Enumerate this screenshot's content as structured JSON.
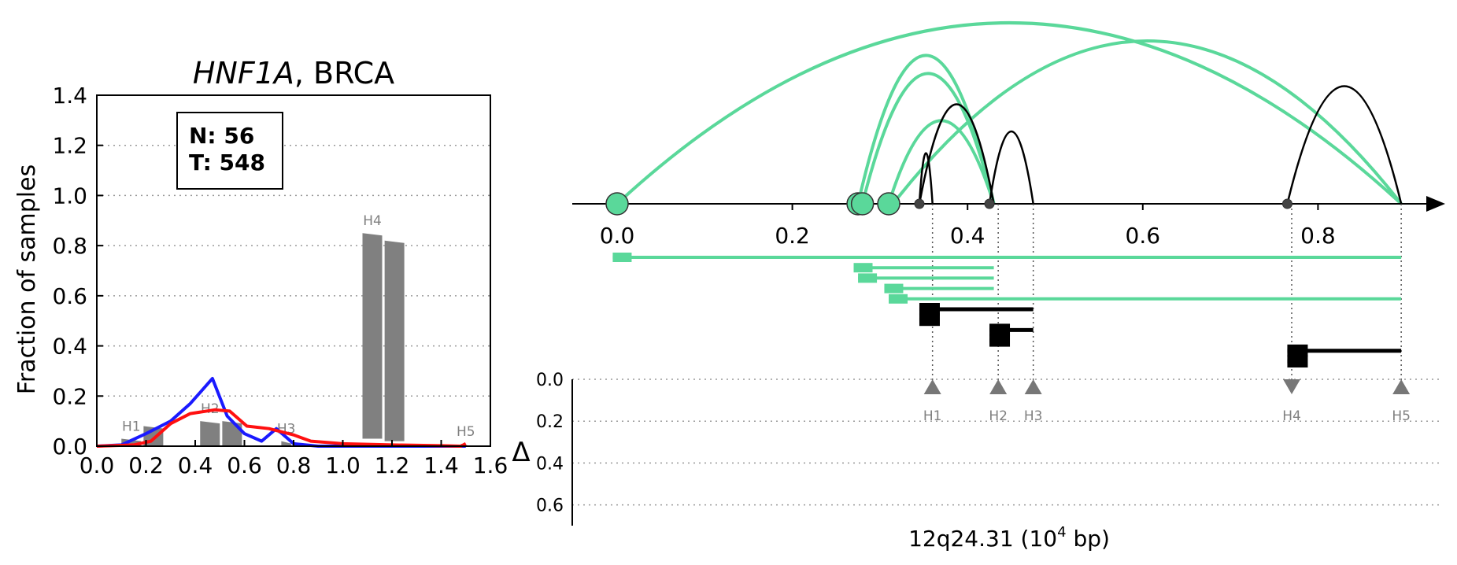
{
  "left_panel": {
    "title_gene": "HNF1A",
    "title_rest": ", BRCA",
    "ylabel": "Fraction of samples",
    "legend_n": "N: 56",
    "legend_t": "T: 548"
  },
  "right_panel": {
    "xlabel_main": "12q24.31 (10",
    "xlabel_exp": "4",
    "xlabel_tail": " bp)",
    "delta_label": "Δ"
  },
  "colors": {
    "green": "#5ad89a",
    "black": "#000000",
    "gray_bar": "#808080",
    "marker": "#777777",
    "normal_line": "#1a1aff",
    "tumor_line": "#ff1010"
  },
  "chart_data": [
    {
      "type": "bar",
      "title": "HNF1A, BRCA",
      "ylabel": "Fraction of samples",
      "xlim": [
        0.0,
        1.6
      ],
      "ylim": [
        0.0,
        1.4
      ],
      "xticks": [
        "0.0",
        "0.2",
        "0.4",
        "0.6",
        "0.8",
        "1.0",
        "1.2",
        "1.4",
        "1.6"
      ],
      "yticks": [
        "0.0",
        "0.2",
        "0.4",
        "0.6",
        "0.8",
        "1.0",
        "1.2",
        "1.4"
      ],
      "grid": "horizontal dotted",
      "bars": [
        {
          "x0": 0.1,
          "x1": 0.18,
          "y0": 0.0,
          "y1": 0.03,
          "label": "H1"
        },
        {
          "x0": 0.19,
          "x1": 0.27,
          "y0": 0.0,
          "y1": 0.08,
          "label": ""
        },
        {
          "x0": 0.42,
          "x1": 0.5,
          "y0": 0.0,
          "y1": 0.1,
          "label": "H2"
        },
        {
          "x0": 0.51,
          "x1": 0.59,
          "y0": 0.0,
          "y1": 0.1,
          "label": ""
        },
        {
          "x0": 0.75,
          "x1": 0.79,
          "y0": 0.0,
          "y1": 0.02,
          "label": "H3"
        },
        {
          "x0": 1.08,
          "x1": 1.16,
          "y0": 0.03,
          "y1": 0.85,
          "label": "H4"
        },
        {
          "x0": 1.17,
          "x1": 1.25,
          "y0": 0.02,
          "y1": 0.82,
          "label": ""
        },
        {
          "x0": 1.48,
          "x1": 1.52,
          "y0": 0.0,
          "y1": 0.01,
          "label": "H5"
        }
      ],
      "series": [
        {
          "name": "N",
          "color": "#1a1aff",
          "x": [
            0.0,
            0.1,
            0.2,
            0.3,
            0.38,
            0.47,
            0.53,
            0.6,
            0.67,
            0.73,
            0.8,
            0.9,
            1.0,
            1.2,
            1.5
          ],
          "y": [
            0.0,
            0.005,
            0.05,
            0.1,
            0.17,
            0.27,
            0.12,
            0.05,
            0.02,
            0.07,
            0.01,
            0.0,
            0.0,
            0.0,
            0.0
          ]
        },
        {
          "name": "T",
          "color": "#ff1010",
          "x": [
            0.0,
            0.15,
            0.22,
            0.3,
            0.38,
            0.48,
            0.54,
            0.61,
            0.7,
            0.8,
            0.87,
            1.0,
            1.2,
            1.4,
            1.48,
            1.5
          ],
          "y": [
            0.0,
            0.005,
            0.02,
            0.09,
            0.13,
            0.145,
            0.14,
            0.08,
            0.07,
            0.045,
            0.02,
            0.01,
            0.005,
            0.002,
            0.0,
            0.01
          ]
        }
      ]
    },
    {
      "type": "arc-diagram",
      "xlabel": "12q24.31 (10^4 bp)",
      "ylabel": "Δ",
      "xlim": [
        -0.05,
        0.95
      ],
      "xticks": [
        "0.0",
        "0.2",
        "0.4",
        "0.6",
        "0.8"
      ],
      "delta_ticks": [
        "0.0",
        "0.2",
        "0.4",
        "0.6"
      ],
      "arcs": [
        {
          "x1": 0.0,
          "x2": 0.895,
          "color": "green",
          "height": 1.0
        },
        {
          "x1": 0.275,
          "x2": 0.43,
          "color": "green",
          "height": 0.82
        },
        {
          "x1": 0.28,
          "x2": 0.43,
          "color": "green",
          "height": 0.72
        },
        {
          "x1": 0.31,
          "x2": 0.43,
          "color": "green",
          "height": 0.46
        },
        {
          "x1": 0.315,
          "x2": 0.895,
          "color": "green",
          "height": 0.9
        },
        {
          "x1": 0.345,
          "x2": 0.36,
          "color": "black",
          "height": 0.28
        },
        {
          "x1": 0.345,
          "x2": 0.43,
          "color": "black",
          "height": 0.55
        },
        {
          "x1": 0.425,
          "x2": 0.475,
          "color": "black",
          "height": 0.4
        },
        {
          "x1": 0.765,
          "x2": 0.895,
          "color": "black",
          "height": 0.65
        }
      ],
      "nodes": [
        {
          "x": 0.0,
          "color": "green",
          "size": "large"
        },
        {
          "x": 0.275,
          "color": "green",
          "size": "large"
        },
        {
          "x": 0.28,
          "color": "green",
          "size": "large"
        },
        {
          "x": 0.31,
          "color": "green",
          "size": "large"
        },
        {
          "x": 0.345,
          "color": "black",
          "size": "small"
        },
        {
          "x": 0.425,
          "color": "black",
          "size": "small"
        },
        {
          "x": 0.765,
          "color": "black",
          "size": "small"
        }
      ],
      "segments": [
        {
          "x1": -0.005,
          "x2": 0.895,
          "color": "green",
          "row": 0
        },
        {
          "x1": 0.27,
          "x2": 0.43,
          "color": "green",
          "row": 1
        },
        {
          "x1": 0.275,
          "x2": 0.43,
          "color": "green",
          "row": 2
        },
        {
          "x1": 0.305,
          "x2": 0.43,
          "color": "green",
          "row": 3
        },
        {
          "x1": 0.31,
          "x2": 0.895,
          "color": "green",
          "row": 4
        },
        {
          "x1": 0.345,
          "x2": 0.475,
          "color": "black",
          "row": 5
        },
        {
          "x1": 0.345,
          "x2": 0.365,
          "color": "black",
          "row": 6
        },
        {
          "x1": 0.425,
          "x2": 0.475,
          "color": "black",
          "row": 7
        },
        {
          "x1": 0.425,
          "x2": 0.435,
          "color": "black",
          "row": 8
        },
        {
          "x1": 0.765,
          "x2": 0.895,
          "color": "black",
          "row": 9
        },
        {
          "x1": 0.765,
          "x2": 0.78,
          "color": "black",
          "row": 10
        }
      ],
      "markers": [
        {
          "x": 0.36,
          "label": "H1",
          "direction": "up",
          "delta": 0.0
        },
        {
          "x": 0.435,
          "label": "H2",
          "direction": "up",
          "delta": 0.0
        },
        {
          "x": 0.475,
          "label": "H3",
          "direction": "up",
          "delta": 0.0
        },
        {
          "x": 0.77,
          "label": "H4",
          "direction": "down",
          "delta": 0.0
        },
        {
          "x": 0.895,
          "label": "H5",
          "direction": "up",
          "delta": 0.0
        }
      ]
    }
  ]
}
